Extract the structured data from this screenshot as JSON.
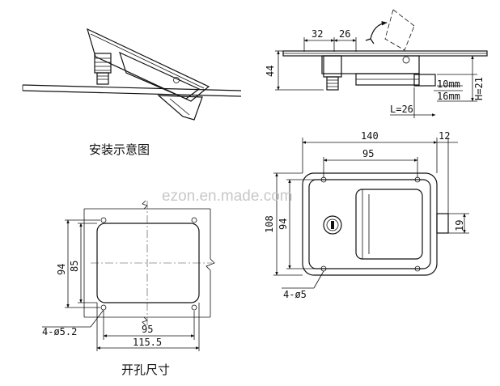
{
  "captions": {
    "install_diagram": "安装示意图",
    "cutout": "开孔尺寸"
  },
  "watermark": "ezon.en.made.com",
  "side_view": {
    "dim_32": "32",
    "dim_26": "26",
    "dim_44": "44",
    "dim_10mm": "10mm",
    "dim_16mm": "16mm",
    "dim_h21": "H=21",
    "dim_l26": "L=26"
  },
  "front_view": {
    "dim_140": "140",
    "dim_12": "12",
    "dim_95": "95",
    "dim_108": "108",
    "dim_94": "94",
    "dim_19": "19",
    "dim_holes": "4-ø5"
  },
  "cutout_view": {
    "dim_94": "94",
    "dim_85": "85",
    "dim_95": "95",
    "dim_115_5": "115.5",
    "dim_holes": "4-ø5.2"
  }
}
